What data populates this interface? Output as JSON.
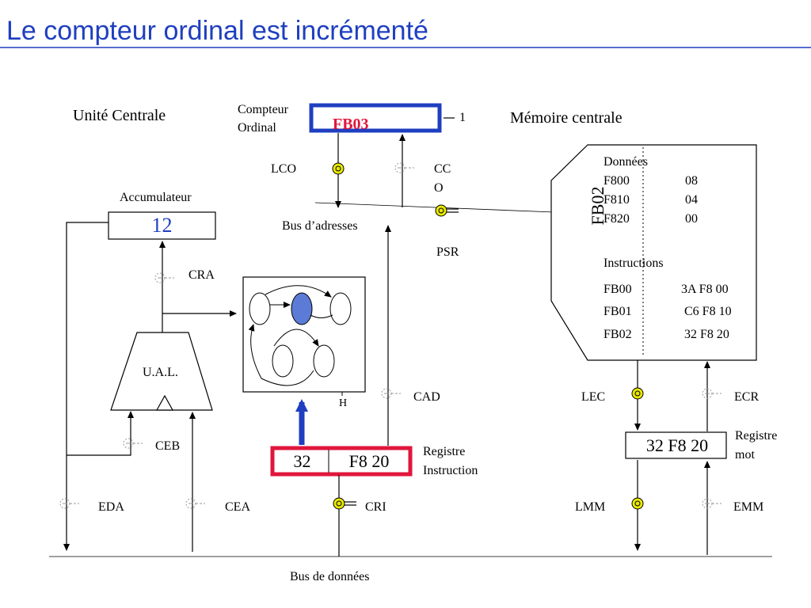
{
  "title": "Le compteur ordinal est incrémenté",
  "unite_centrale": {
    "label": "Unité Centrale",
    "compteur_ordinal": {
      "label_line1": "Compteur",
      "label_line2": "Ordinal",
      "value": "FB03",
      "increment": "1"
    },
    "accumulateur": {
      "label": "Accumulateur",
      "value": "12"
    },
    "ual": {
      "label": "U.A.L."
    },
    "sequenceur": {
      "clock_label": "H"
    },
    "registre_instruction": {
      "label_line1": "Registre",
      "label_line2": "Instruction",
      "opcode": "32",
      "operand": "F8 20"
    }
  },
  "memoire_centrale": {
    "label": "Mémoire centrale",
    "address_register": "FB02",
    "donnees": {
      "header": "Données",
      "rows": [
        {
          "addr": "F800",
          "val": "08"
        },
        {
          "addr": "F810",
          "val": "04"
        },
        {
          "addr": "F820",
          "val": "00"
        }
      ]
    },
    "instructions": {
      "header": "Instructions",
      "rows": [
        {
          "addr": "FB00",
          "val": "3A F8 00"
        },
        {
          "addr": "FB01",
          "val": "C6 F8 10"
        },
        {
          "addr": "FB02",
          "val": "32 F8 20"
        }
      ]
    },
    "registre_mot": {
      "label_line1": "Registre",
      "label_line2": "mot",
      "value": "32 F8 20"
    }
  },
  "buses": {
    "adresses": "Bus d’adresses",
    "donnees": "Bus de données"
  },
  "signals": {
    "lco": "LCO",
    "cco_line1": "CC",
    "cco_line2": "O",
    "psr": "PSR",
    "cra": "CRA",
    "cad": "CAD",
    "ceb": "CEB",
    "eda": "EDA",
    "cea": "CEA",
    "cri": "CRI",
    "lec": "LEC",
    "ecr": "ECR",
    "lmm": "LMM",
    "emm": "EMM"
  },
  "colors": {
    "title": "#1f3fc0",
    "compteur_border": "#1f3fc0",
    "ri_border": "#e0163c",
    "active_state": "#5b7bd6",
    "active_value": "#e0163c",
    "acc_value": "#1f3fc0",
    "switch_on": "#e8e800"
  }
}
